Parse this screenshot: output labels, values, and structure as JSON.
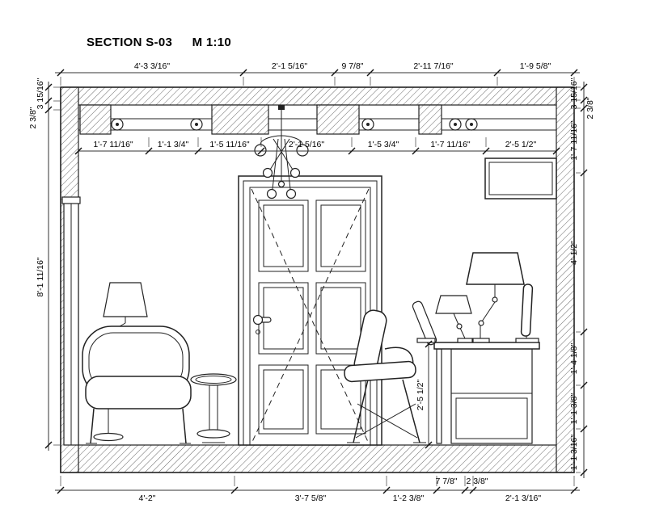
{
  "title": {
    "section": "SECTION S-03",
    "scale": "M 1:10"
  },
  "dims": {
    "top": [
      "4'-3 3/16\"",
      "2'-1 5/16\"",
      "9 7/8\"",
      "2'-11 7/16\"",
      "1'-9 5/8\""
    ],
    "ceiling": [
      "1'-7 11/16\"",
      "1'-1 3/4\"",
      "1'-5 11/16\"",
      "2'-1 5/16\"",
      "1'-5 3/4\"",
      "1'-7 11/16\"",
      "2'-5 1/2\""
    ],
    "left": [
      "3 15/16\"",
      "2 3/8\"",
      "8'-1 11/16\""
    ],
    "right": [
      "3 15/16\"",
      "2 3/8\"",
      "1'-7 11/16\"",
      "4'-1/2\"",
      "1'-4 1/8\"",
      "1'-1 3/8\"",
      "1'-1 3/16\""
    ],
    "bottom": [
      "4'-2\"",
      "3'-7 5/8\"",
      "1'-2 3/8\"",
      "7 7/8\"",
      "2 3/8\"",
      "2'-1 3/16\""
    ],
    "desk_height": "2'-5 1/2\""
  }
}
